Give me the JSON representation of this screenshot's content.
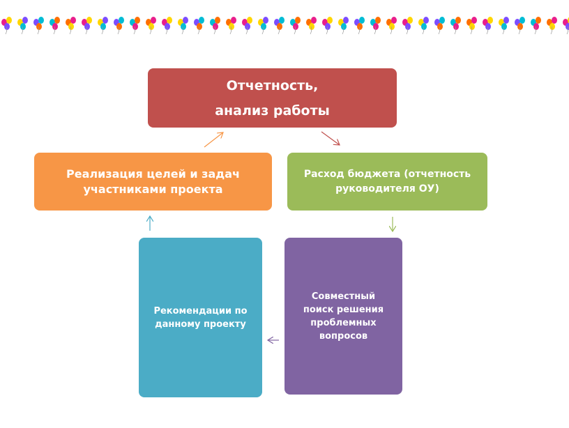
{
  "diagram": {
    "boxes": {
      "top": {
        "line1": "Отчетность,",
        "line2": "анализ работы",
        "color": "#c0504d"
      },
      "left": {
        "text": "Реализация целей и задач участниками проекта",
        "color": "#f79646"
      },
      "right": {
        "text": "Расход бюджета (отчетность руководителя ОУ)",
        "color": "#9bbb59"
      },
      "bottom_left": {
        "text": "Рекомендации по данному проекту",
        "color": "#4bacc6"
      },
      "bottom_right": {
        "text": "Совместный поиск решения проблемных вопросов",
        "color": "#8064a2"
      }
    },
    "edges": [
      {
        "from": "top",
        "to": "right"
      },
      {
        "from": "right",
        "to": "bottom_right"
      },
      {
        "from": "bottom_right",
        "to": "bottom_left"
      },
      {
        "from": "bottom_left",
        "to": "left"
      },
      {
        "from": "left",
        "to": "top"
      }
    ],
    "decoration": {
      "name": "balloons-border",
      "colors": [
        "#e91e8c",
        "#ffd600",
        "#7c4dff",
        "#00bcd4",
        "#ff6f00"
      ]
    }
  }
}
